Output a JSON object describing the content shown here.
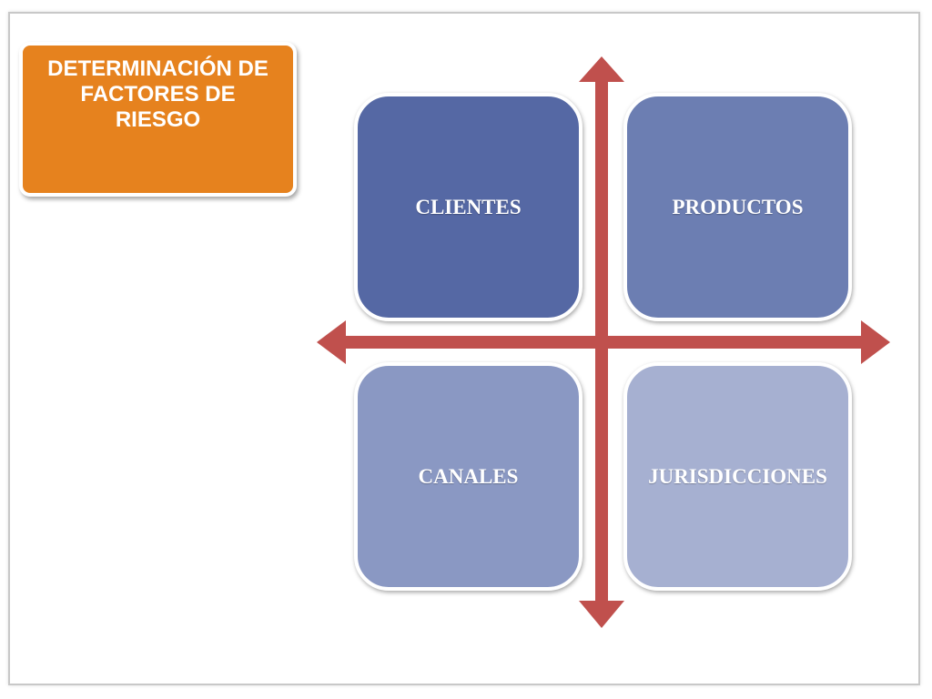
{
  "title": "DETERMINACIÓN DE FACTORES DE RIESGO",
  "quadrants": [
    {
      "label": "CLIENTES",
      "color": "#5568a4"
    },
    {
      "label": "PRODUCTOS",
      "color": "#6c7eb2"
    },
    {
      "label": "CANALES",
      "color": "#8a98c3"
    },
    {
      "label": "JURISDICCIONES",
      "color": "#a6b0d1"
    }
  ],
  "colors": {
    "title_box": "#e6821e",
    "axis_arrows": "#c0504d"
  }
}
